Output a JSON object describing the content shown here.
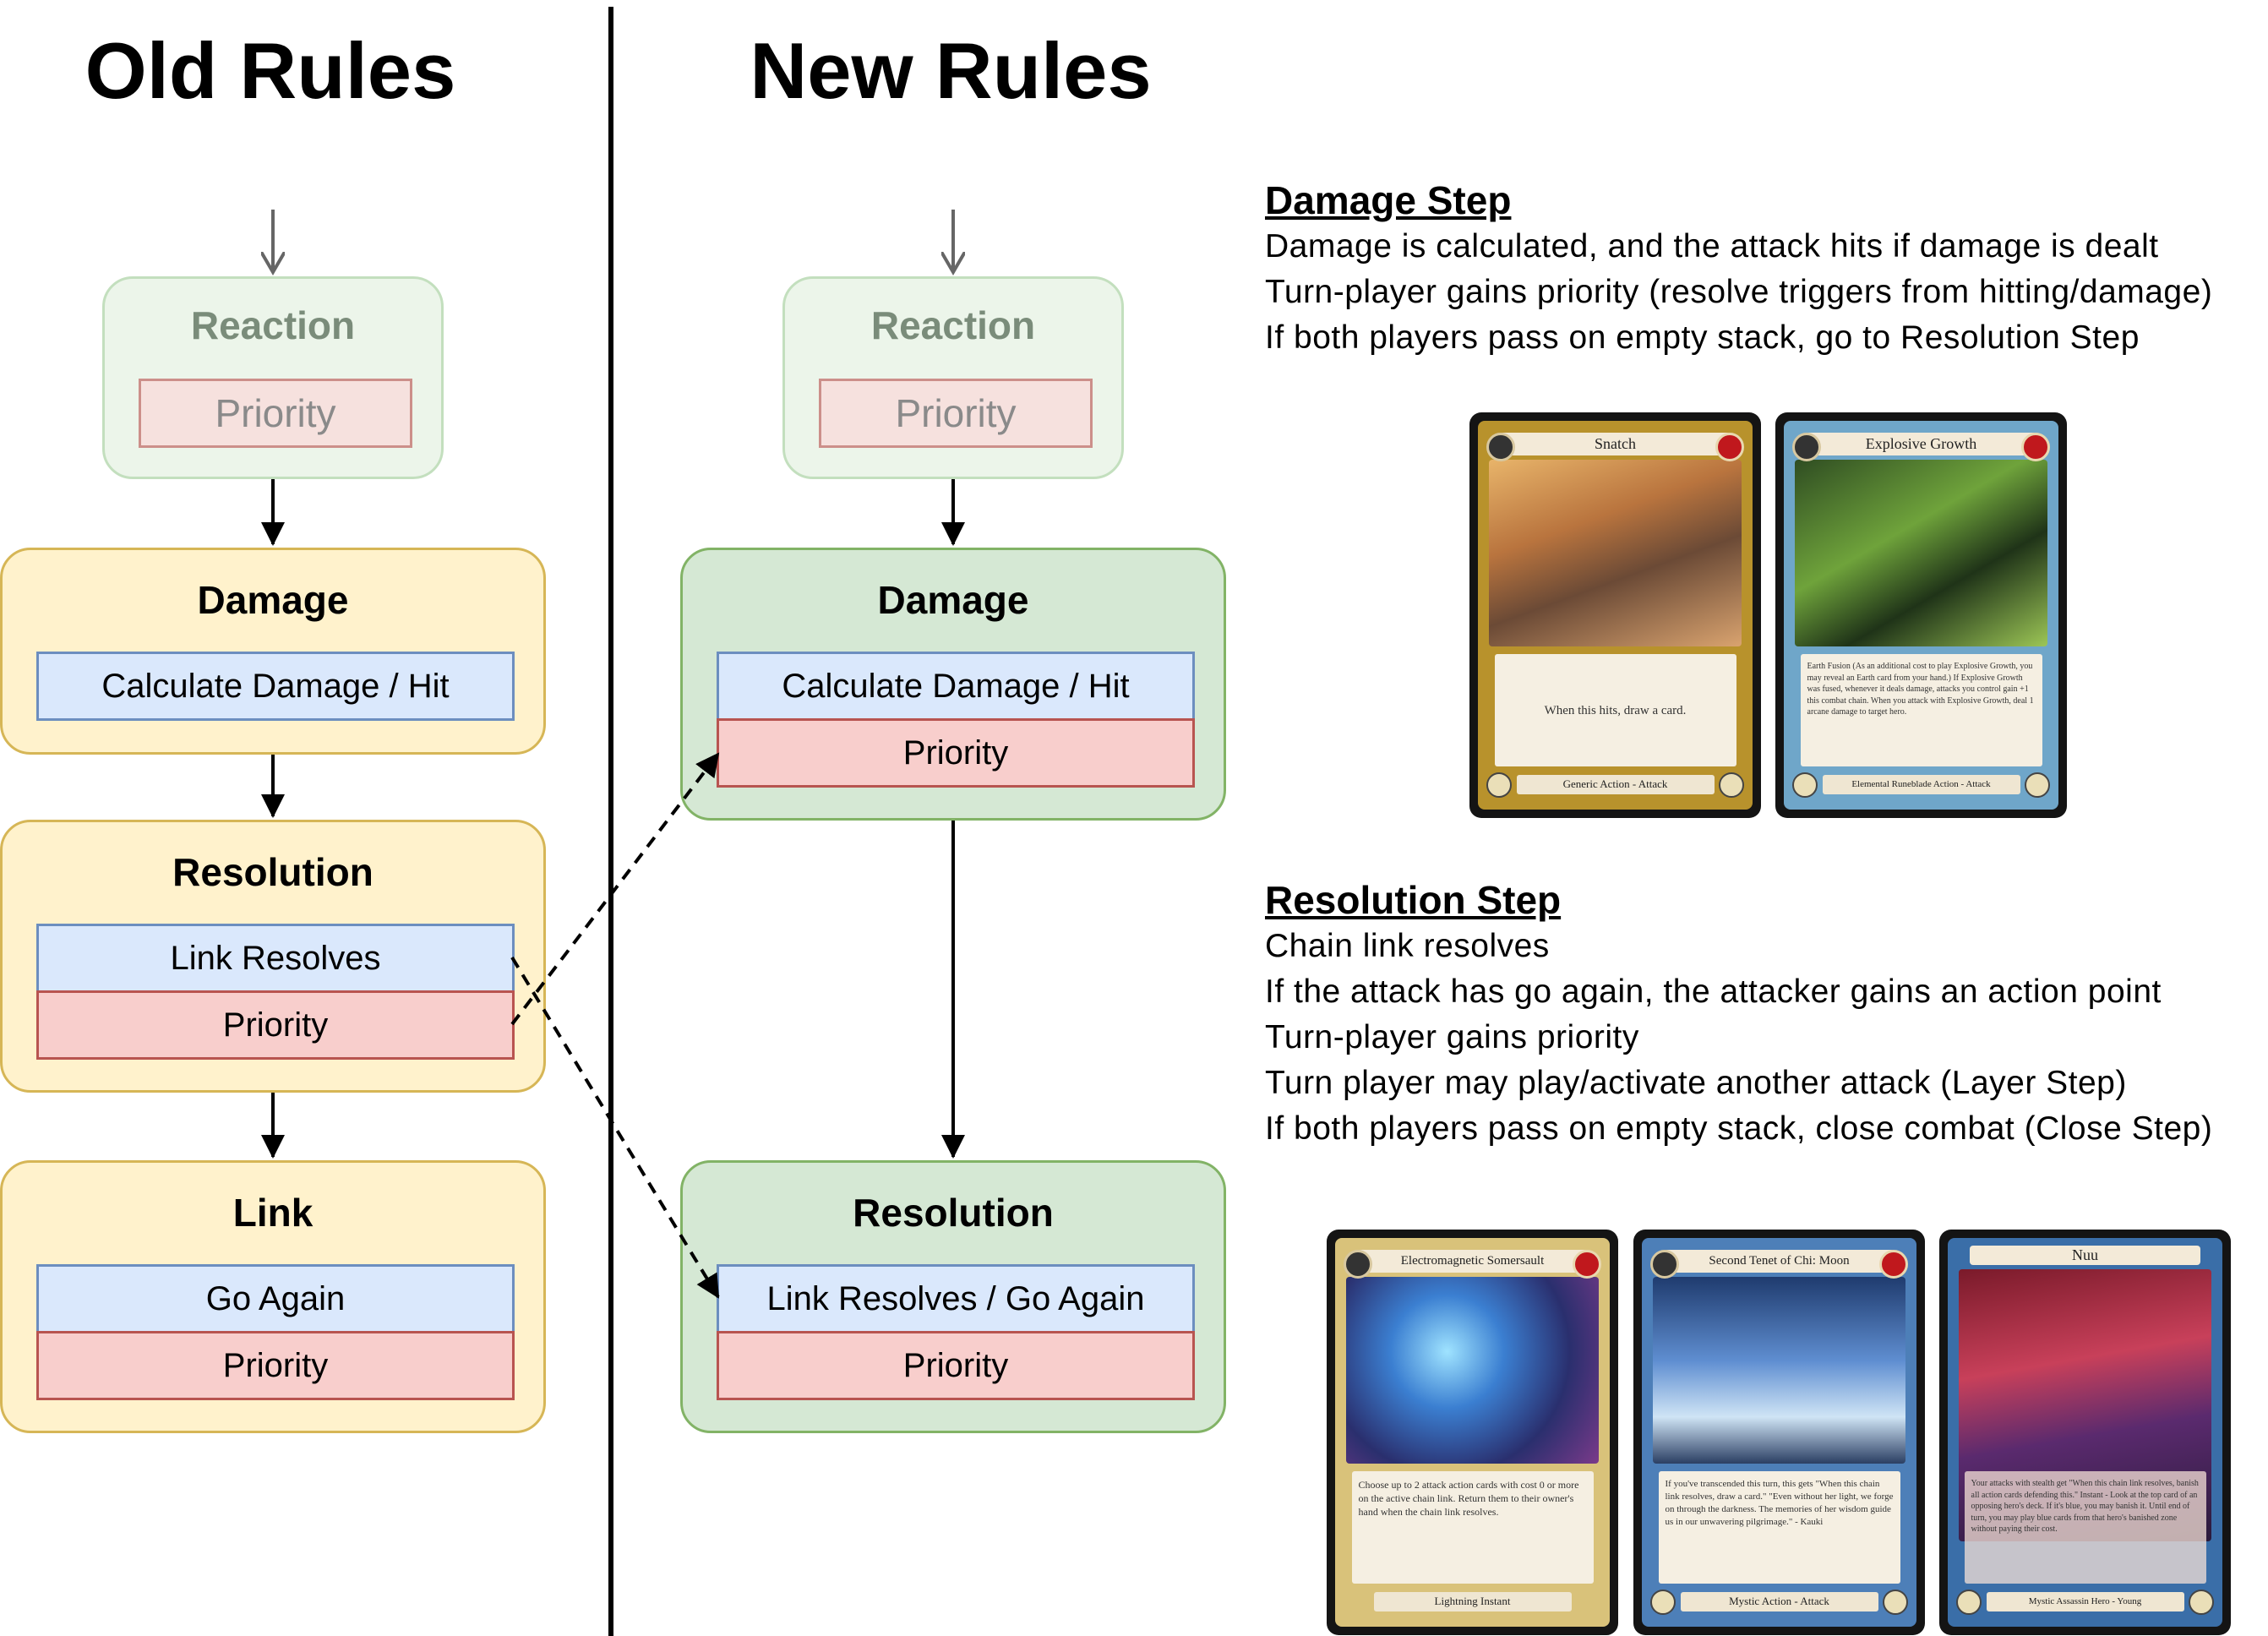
{
  "columns": {
    "old_title": "Old Rules",
    "new_title": "New Rules"
  },
  "old": {
    "reaction": {
      "title": "Reaction",
      "priority": "Priority"
    },
    "damage": {
      "title": "Damage",
      "calc": "Calculate Damage / Hit"
    },
    "resolution": {
      "title": "Resolution",
      "link_resolves": "Link Resolves",
      "priority": "Priority"
    },
    "link": {
      "title": "Link",
      "go_again": "Go Again",
      "priority": "Priority"
    }
  },
  "new": {
    "reaction": {
      "title": "Reaction",
      "priority": "Priority"
    },
    "damage": {
      "title": "Damage",
      "calc": "Calculate Damage / Hit",
      "priority": "Priority"
    },
    "resolution": {
      "title": "Resolution",
      "link_resolves": "Link Resolves / Go Again",
      "priority": "Priority"
    }
  },
  "damage_step": {
    "heading": "Damage Step",
    "lines": [
      "Damage is calculated, and the attack hits if damage is dealt",
      "Turn-player gains priority (resolve triggers from hitting/damage)",
      "If both players pass on empty stack, go to Resolution Step"
    ]
  },
  "resolution_step": {
    "heading": "Resolution Step",
    "lines": [
      "Chain link resolves",
      "If the attack has go again, the attacker gains an action point",
      "Turn-player gains priority",
      "Turn player may play/activate another attack (Layer Step)",
      "If both players pass on empty stack, close combat (Close Step)"
    ]
  },
  "cards": {
    "snatch": {
      "name": "Snatch",
      "text": "When this hits, draw a card.",
      "type": "Generic Action - Attack"
    },
    "explosive": {
      "name": "Explosive Growth",
      "text": "Earth Fusion (As an additional cost to play Explosive Growth, you may reveal an Earth card from your hand.) If Explosive Growth was fused, whenever it deals damage, attacks you control gain +1 this combat chain. When you attack with Explosive Growth, deal 1 arcane damage to target hero.",
      "type": "Elemental Runeblade Action - Attack"
    },
    "somersault": {
      "name": "Electromagnetic Somersault",
      "text": "Choose up to 2 attack action cards with cost 0 or more on the active chain link. Return them to their owner's hand when the chain link resolves.",
      "type": "Lightning Instant"
    },
    "tenet": {
      "name": "Second Tenet of Chi: Moon",
      "text": "If you've transcended this turn, this gets \"When this chain link resolves, draw a card.\" \"Even without her light, we forge on through the darkness. The memories of her wisdom guide us in our unwavering pilgrimage.\" - Kauki",
      "type": "Mystic Action - Attack"
    },
    "nuu": {
      "name": "Nuu",
      "text": "Your attacks with stealth get \"When this chain link resolves, banish all action cards defending this.\" Instant - Look at the top card of an opposing hero's deck. If it's blue, you may banish it. Until end of turn, you may play blue cards from that hero's banished zone without paying their cost.",
      "type": "Mystic Assassin Hero - Young"
    }
  },
  "colors": {
    "old_box": "#fff2cc",
    "new_box": "#d5e8d4",
    "blue_sub": "#dae8fc",
    "red_sub": "#f8cecc"
  }
}
